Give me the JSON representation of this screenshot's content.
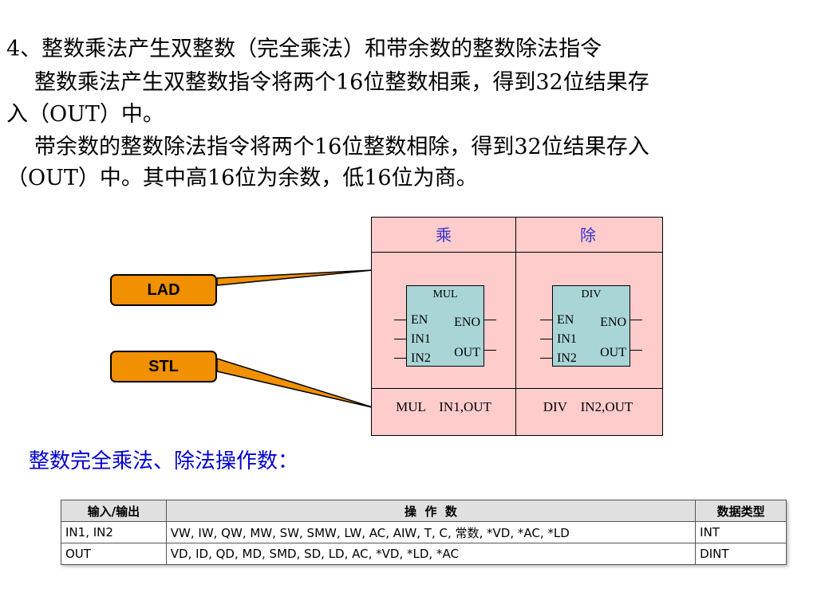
{
  "heading": "4、整数乘法产生双整数（完全乘法）和带余数的整数除法指令",
  "para1_line1": "整数乘法产生双整数指令将两个16位整数相乘，得到32位结果存",
  "para1_line2": "入（OUT）中。",
  "para2_line1": "带余数的整数除法指令将两个16位整数相除，得到32位结果存入",
  "para2_line2": "（OUT）中。其中高16位为余数，低16位为商。",
  "labels": {
    "lad": "LAD",
    "stl": "STL"
  },
  "diagram": {
    "col_mul": "乘",
    "col_div": "除",
    "mul_block": {
      "title": "MUL",
      "en": "EN",
      "eno": "ENO",
      "in1": "IN1",
      "in2": "IN2",
      "out": "OUT"
    },
    "div_block": {
      "title": "DIV",
      "en": "EN",
      "eno": "ENO",
      "in1": "IN1",
      "in2": "IN2",
      "out": "OUT"
    },
    "stl_mul": "MUL    IN1,OUT",
    "stl_div": "DIV    IN2,OUT"
  },
  "operands_title": "整数完全乘法、除法操作数：",
  "table": {
    "headers": [
      "输入/输出",
      "操  作  数",
      "数据类型"
    ],
    "rows": [
      [
        "IN1, IN2",
        "VW, IW, QW, MW, SW, SMW, LW, AC, AIW, T, C,  常数, *VD, *AC, *LD",
        "INT"
      ],
      [
        "OUT",
        "VD, ID, QD, MD, SMD, SD, LD, AC, *VD, *LD, *AC",
        "DINT"
      ]
    ]
  }
}
